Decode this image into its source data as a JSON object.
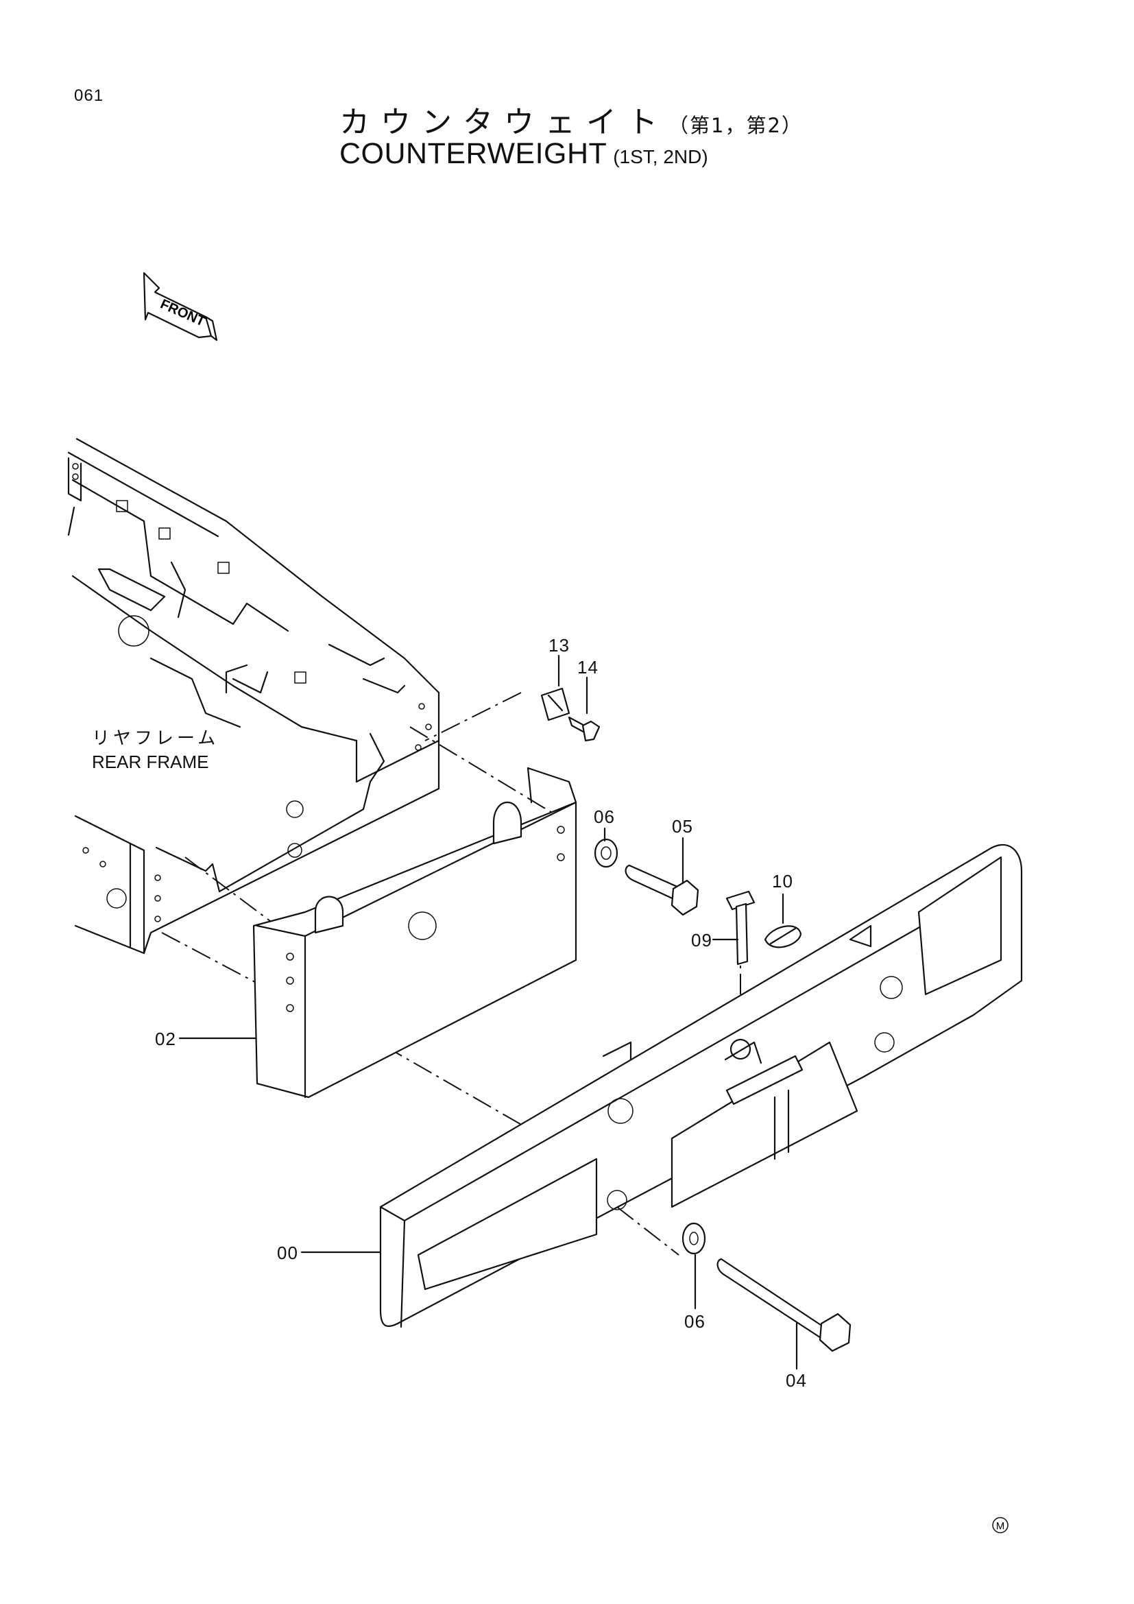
{
  "header": {
    "page_code": "061",
    "title_jp": "カウンタウェイト",
    "title_jp_sub": "（第1，第2）",
    "title_en": "COUNTERWEIGHT",
    "title_en_sub": "(1ST, 2ND)"
  },
  "front_indicator": {
    "label": "FRONT",
    "icon": "arrow-left-icon"
  },
  "rear_frame": {
    "label_jp": "リヤフレーム",
    "label_en": "REAR FRAME"
  },
  "callouts": {
    "c13": "13",
    "c14": "14",
    "c06_top": "06",
    "c05": "05",
    "c10": "10",
    "c09": "09",
    "c02": "02",
    "c00": "00",
    "c06_bottom": "06",
    "c04": "04"
  },
  "footer": {
    "mark": "M"
  }
}
